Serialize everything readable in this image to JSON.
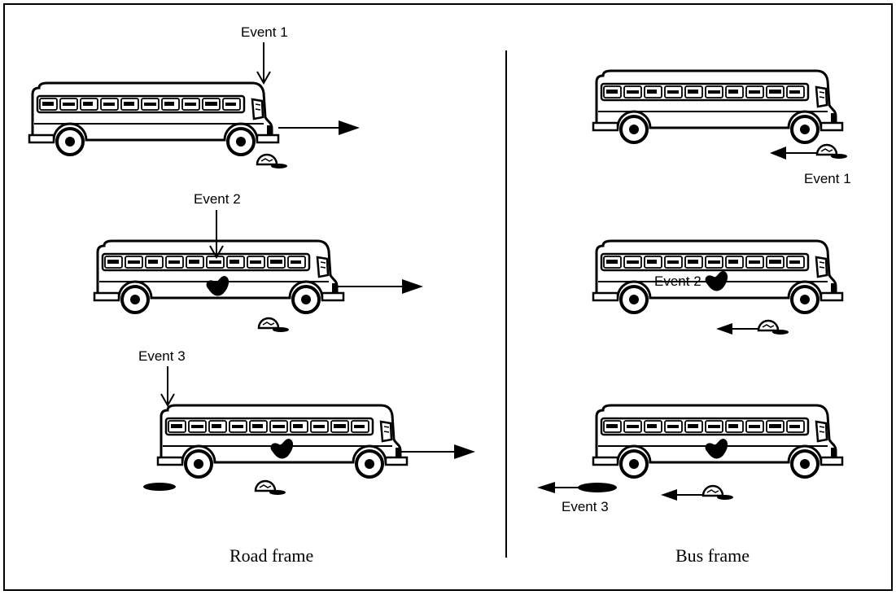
{
  "events": {
    "e1": "Event 1",
    "e2": "Event 2",
    "e3": "Event 3"
  },
  "frames": {
    "road": "Road frame",
    "bus": "Bus frame"
  },
  "colors": {
    "ink": "#000000",
    "background": "#ffffff"
  }
}
